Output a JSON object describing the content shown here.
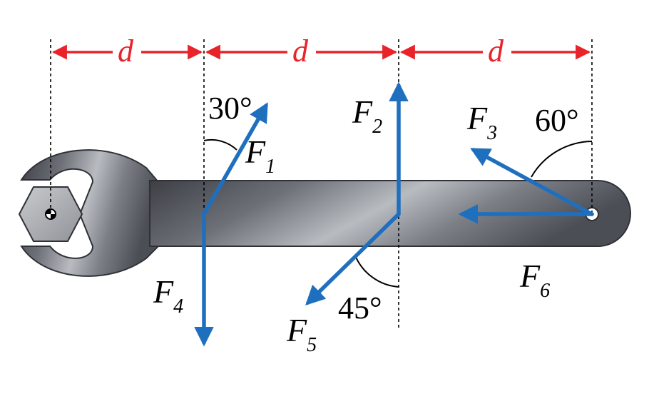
{
  "colors": {
    "dimension": "#e8232a",
    "force": "#1f6fbf",
    "wrench": "#8a8d93",
    "wrench_dark": "#4a4c52",
    "guide": "#000000"
  },
  "dimensions": [
    {
      "label": "d"
    },
    {
      "label": "d"
    },
    {
      "label": "d"
    }
  ],
  "forces": [
    {
      "name": "F",
      "sub": "1"
    },
    {
      "name": "F",
      "sub": "2"
    },
    {
      "name": "F",
      "sub": "3"
    },
    {
      "name": "F",
      "sub": "4"
    },
    {
      "name": "F",
      "sub": "5"
    },
    {
      "name": "F",
      "sub": "6"
    }
  ],
  "angles": [
    {
      "label": "30°"
    },
    {
      "label": "60°"
    },
    {
      "label": "45°"
    }
  ]
}
